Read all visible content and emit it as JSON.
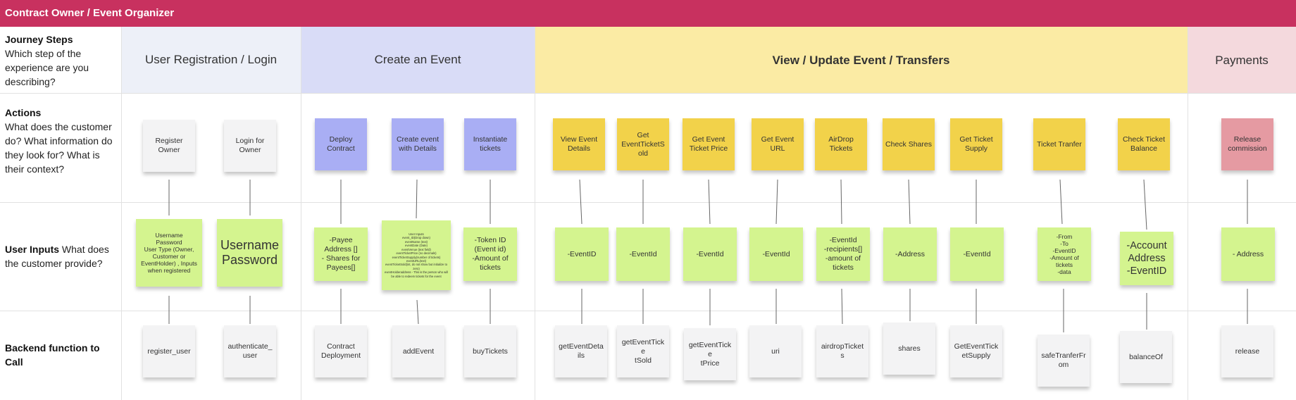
{
  "header": {
    "title": "Contract Owner / Event Organizer"
  },
  "rows": {
    "journey": {
      "title": "Journey Steps",
      "desc": "Which step of the experience are you describing?"
    },
    "actions": {
      "title": "Actions",
      "desc": "What does the customer do? What information do they look for? What is their context?"
    },
    "inputs": {
      "title": "User Inputs",
      "desc": "What does the customer provide?"
    },
    "backend": {
      "title": "Backend function to Call"
    }
  },
  "stages": [
    {
      "label": "User Registration / Login",
      "color": "#edf0f8"
    },
    {
      "label": "Create an Event",
      "color": "#d9dcf7"
    },
    {
      "label": "View / Update Event / Transfers",
      "color": "#fbeba4"
    },
    {
      "label": "Payments",
      "color": "#f4d9dd"
    }
  ],
  "columns": [
    {
      "action": "Register Owner",
      "input": "Username\nPassword\nUser Type (Owner, Customer or EventHolder) , Inputs when registered",
      "backend": "register_user"
    },
    {
      "action": "Login for Owner",
      "input": "Username\nPassword",
      "backend": "authenticate_\nuser"
    },
    {
      "action": "Deploy Contract",
      "input": "-Payee Address []\n- Shares for Payees[]",
      "backend": "Contract Deployment"
    },
    {
      "action": "Create event with Details",
      "input": "User Inputs\nevent_ID(Drop down)\neventName (text)\neventDate (Date)\neventVenue (text field)\neventTicketPrice (no decimals)\neventTicketSupply(number of tickets)\neventURL(text)\neventTicketSold(int, do not show but initialize to zero)\neventHolderaddress - This is the person who will be able to redeem tickets for the event",
      "backend": "addEvent"
    },
    {
      "action": "Instantiate tickets",
      "input": "-Token ID (Event id)\n-Amount of tickets",
      "backend": "buyTickets"
    },
    {
      "action": "View Event Details",
      "input": "-EventID",
      "backend": "getEventDeta\nils"
    },
    {
      "action": "Get EventTicketSold",
      "input": "-EventId",
      "backend": "getEventTicke\ntSold"
    },
    {
      "action": "Get Event Ticket Price",
      "input": "-EventId",
      "backend": "getEventTicke\ntPrice"
    },
    {
      "action": "Get Event URL",
      "input": "-EventId",
      "backend": "uri"
    },
    {
      "action": "AirDrop Tickets",
      "input": "-EventId\n-recipients[]\n-amount of tickets",
      "backend": "airdropTicket\ns"
    },
    {
      "action": "Check Shares",
      "input": "-Address",
      "backend": "shares"
    },
    {
      "action": "Get Ticket Supply",
      "input": "-EventId",
      "backend": "GetEventTick\netSupply"
    },
    {
      "action": "Ticket Tranfer",
      "input": "-From\n-To\n-EventID\n-Amount of tickets\n-data",
      "backend": "safeTranferFr\nom"
    },
    {
      "action": "Check Ticket Balance",
      "input": "-Account Address\n-EventID",
      "backend": "balanceOf"
    },
    {
      "action": "Release commission",
      "input": "- Address",
      "backend": "release"
    }
  ]
}
